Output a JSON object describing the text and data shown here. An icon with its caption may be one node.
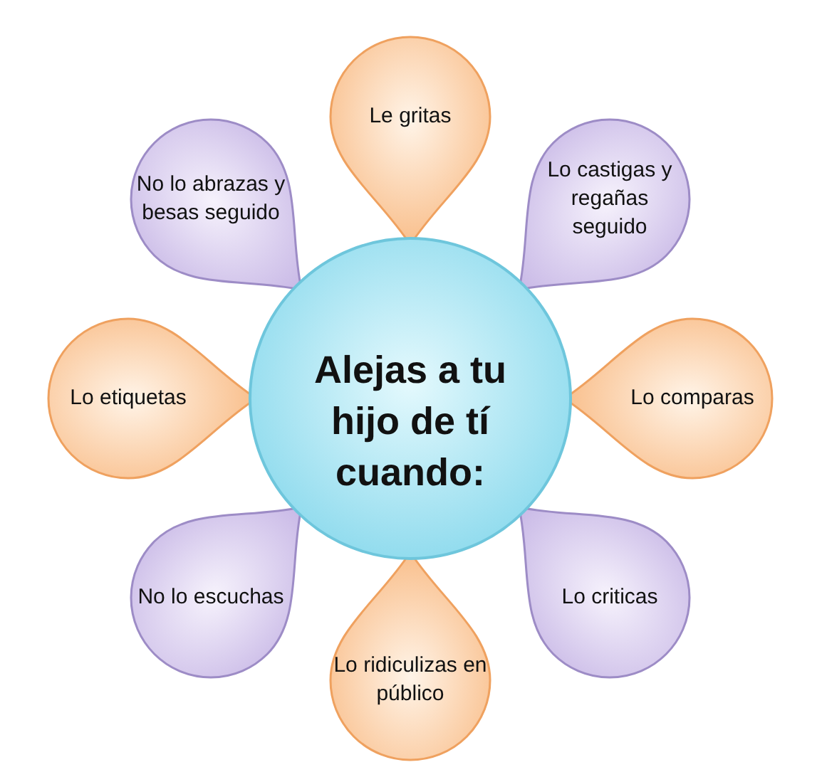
{
  "diagram": {
    "nodes": [
      {
        "text": [
          "Alejas a tu hijo de tí cuando:"
        ]
      },
      {
        "text": [
          "Le gritas"
        ]
      },
      {
        "text": [
          "Lo castigas y regañas seguido"
        ]
      },
      {
        "text": [
          "Lo comparas"
        ]
      },
      {
        "text": [
          "Lo criticas"
        ]
      },
      {
        "text": [
          "Lo ridiculizas en público"
        ]
      },
      {
        "text": [
          "No lo escuchas"
        ]
      },
      {
        "text": [
          "Lo etiquetas"
        ]
      },
      {
        "text": [
          "No lo abrazas y besas seguido"
        ]
      }
    ]
  }
}
